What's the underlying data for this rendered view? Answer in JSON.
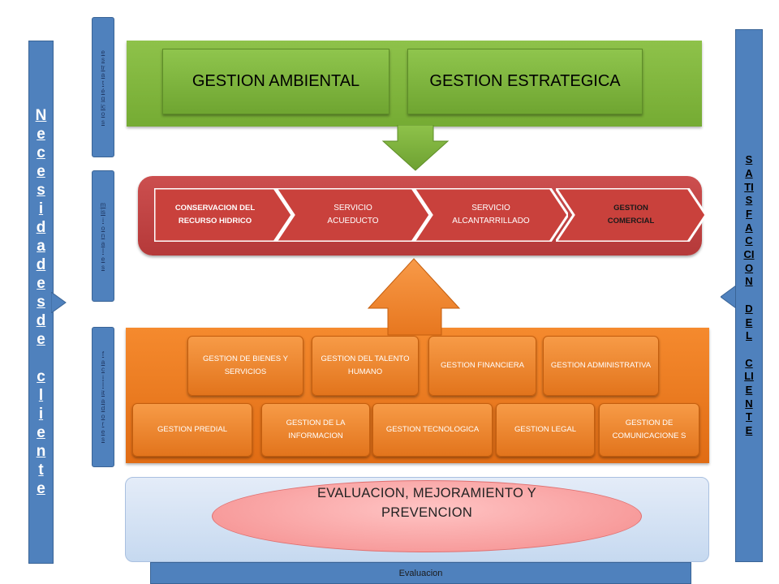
{
  "left_bar": {
    "label": "N\ne\nc\ne\ns\ni\nd\na\nd\ne\ns\nd\ne\n \nc\nl\ni\ne\nn\nt\ne"
  },
  "right_bar": {
    "label": "S\nA\nTI\nS\nF\nA\nC\nCI\nO\nN\n \nD\nE\nL\n \nC\nLI\nE\nN\nT\nE"
  },
  "side_tabs": {
    "estrategicos": "e\ns\ntr\na\nt\né\ng\nic\no\ns",
    "misionales": "m\nis\ni\no\nn\na\nl\ne\ns",
    "facilitadores": "f\na\nc\ni\nl\nit\na\nd\no\nr\ne\ns"
  },
  "strategic": {
    "boxes": [
      "GESTION AMBIENTAL",
      "GESTION ESTRATEGICA"
    ]
  },
  "missional": {
    "steps": [
      "CONSERVACION DEL\nRECURSO HIDRICO",
      "SERVICIO\nACUEDUCTO",
      "SERVICIO\nALCANTARRILLADO",
      "GESTION\nCOMERCIAL"
    ]
  },
  "support": {
    "row1": [
      "GESTION DE BIENES Y SERVICIOS",
      "GESTION DEL TALENTO HUMANO",
      "GESTION FINANCIERA",
      "GESTION ADMINISTRATIVA"
    ],
    "row2": [
      "GESTION PREDIAL",
      "GESTION DE LA INFORMACION",
      "GESTION TECNOLOGICA",
      "GESTION LEGAL",
      "GESTION DE COMUNICACIONE S"
    ]
  },
  "evaluation": {
    "ellipse_text": "EVALUACION, MEJORAMIENTO Y\nPREVENCION",
    "bottom_label": "Evaluacion"
  },
  "colors": {
    "blue": "#4f81bd",
    "green": "#7ab53a",
    "red": "#c0392b",
    "orange": "#f07f21"
  }
}
